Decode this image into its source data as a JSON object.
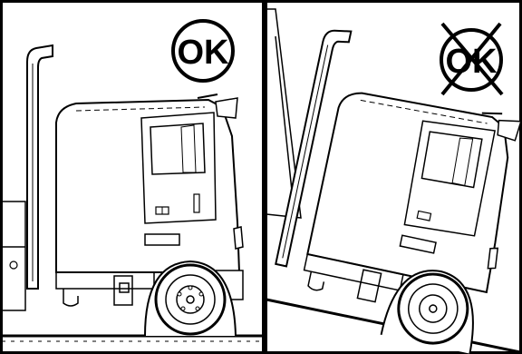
{
  "panels": [
    {
      "id": "correct",
      "badge_text": "OK",
      "crossed_out": false
    },
    {
      "id": "incorrect",
      "badge_text": "OK",
      "crossed_out": true
    }
  ],
  "colors": {
    "ink": "#000000",
    "paper": "#ffffff"
  }
}
